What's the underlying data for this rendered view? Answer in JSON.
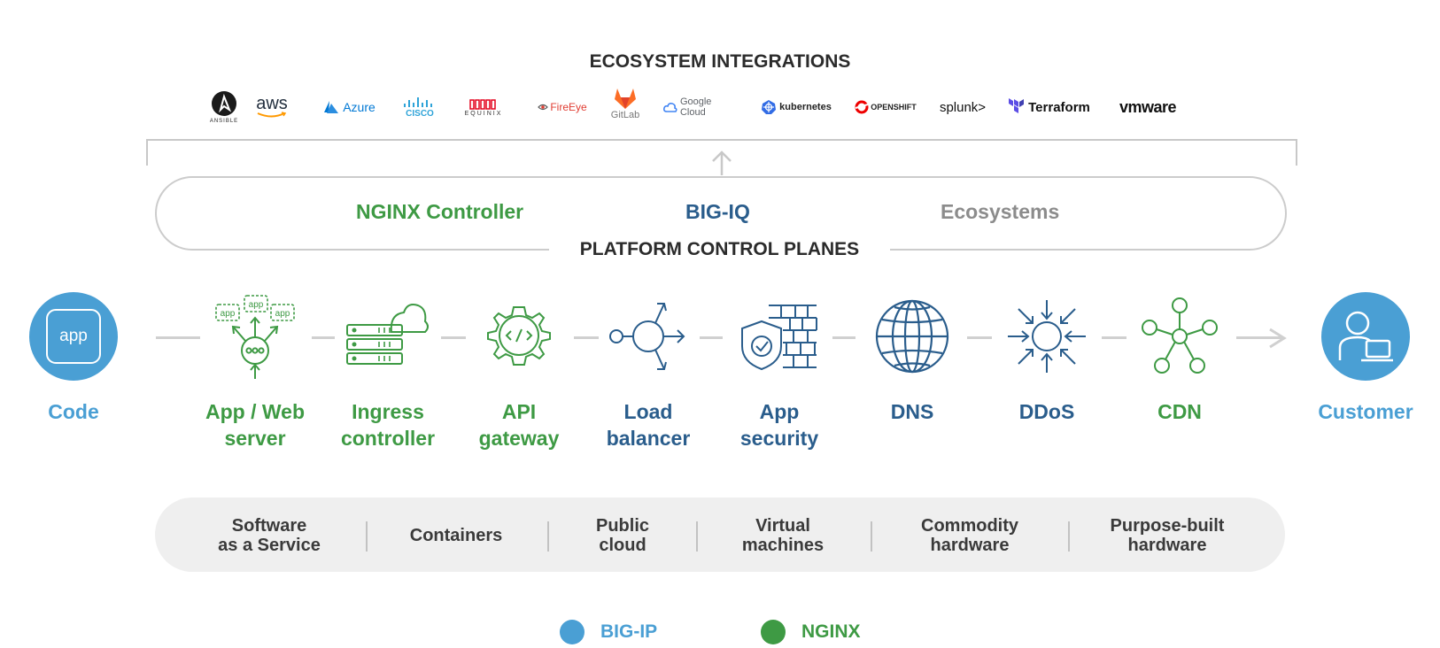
{
  "ecosystem": {
    "title": "ECOSYSTEM INTEGRATIONS",
    "logos": [
      {
        "name": "ansible",
        "text": "ANSIBLE"
      },
      {
        "name": "aws",
        "text": "aws"
      },
      {
        "name": "azure",
        "text": "Azure"
      },
      {
        "name": "cisco",
        "text": "CISCO"
      },
      {
        "name": "equinix",
        "text": "EQUINIX"
      },
      {
        "name": "fireeye",
        "text": "FireEye"
      },
      {
        "name": "gitlab",
        "text": "GitLab"
      },
      {
        "name": "google-cloud",
        "text": "Google Cloud"
      },
      {
        "name": "kubernetes",
        "text": "kubernetes"
      },
      {
        "name": "openshift",
        "text": "OPENSHIFT"
      },
      {
        "name": "splunk",
        "text": "splunk>"
      },
      {
        "name": "terraform",
        "text": "Terraform"
      },
      {
        "name": "vmware",
        "text": "vmware"
      }
    ]
  },
  "control_planes": {
    "label": "PLATFORM CONTROL PLANES",
    "items": [
      "NGINX Controller",
      "BIG-IQ",
      "Ecosystems"
    ]
  },
  "pipeline": {
    "start": {
      "label": "Code",
      "icon_text": "app"
    },
    "end": {
      "label": "Customer"
    },
    "nodes": [
      {
        "label_1": "App / Web",
        "label_2": "server",
        "icon": "app-server-icon",
        "family": "NGINX"
      },
      {
        "label_1": "Ingress",
        "label_2": "controller",
        "icon": "ingress-controller-icon",
        "family": "NGINX"
      },
      {
        "label_1": "API",
        "label_2": "gateway",
        "icon": "api-gateway-icon",
        "family": "NGINX"
      },
      {
        "label_1": "Load",
        "label_2": "balancer",
        "icon": "load-balancer-icon",
        "family": "BIG-IP"
      },
      {
        "label_1": "App",
        "label_2": "security",
        "icon": "app-security-icon",
        "family": "BIG-IP"
      },
      {
        "label_1": "DNS",
        "label_2": "",
        "icon": "globe-icon",
        "family": "BIG-IP"
      },
      {
        "label_1": "DDoS",
        "label_2": "",
        "icon": "ddos-icon",
        "family": "BIG-IP"
      },
      {
        "label_1": "CDN",
        "label_2": "",
        "icon": "cdn-icon",
        "family": "NGINX"
      }
    ],
    "app_bubble_text": "app"
  },
  "deployment": {
    "items": [
      {
        "line_1": "Software",
        "line_2": "as a Service"
      },
      {
        "line_1": "Containers",
        "line_2": ""
      },
      {
        "line_1": "Public",
        "line_2": "cloud"
      },
      {
        "line_1": "Virtual",
        "line_2": "machines"
      },
      {
        "line_1": "Commodity",
        "line_2": "hardware"
      },
      {
        "line_1": "Purpose-built",
        "line_2": "hardware"
      }
    ]
  },
  "legend": [
    {
      "label": "BIG-IP",
      "color": "#4a9fd4"
    },
    {
      "label": "NGINX",
      "color": "#3e9a44"
    }
  ],
  "colors": {
    "nginx_green": "#3e9a44",
    "bigip_navy": "#2a5d8c",
    "bigip_blue": "#4a9fd4",
    "ecosystem_grey": "#8c8c8c"
  }
}
